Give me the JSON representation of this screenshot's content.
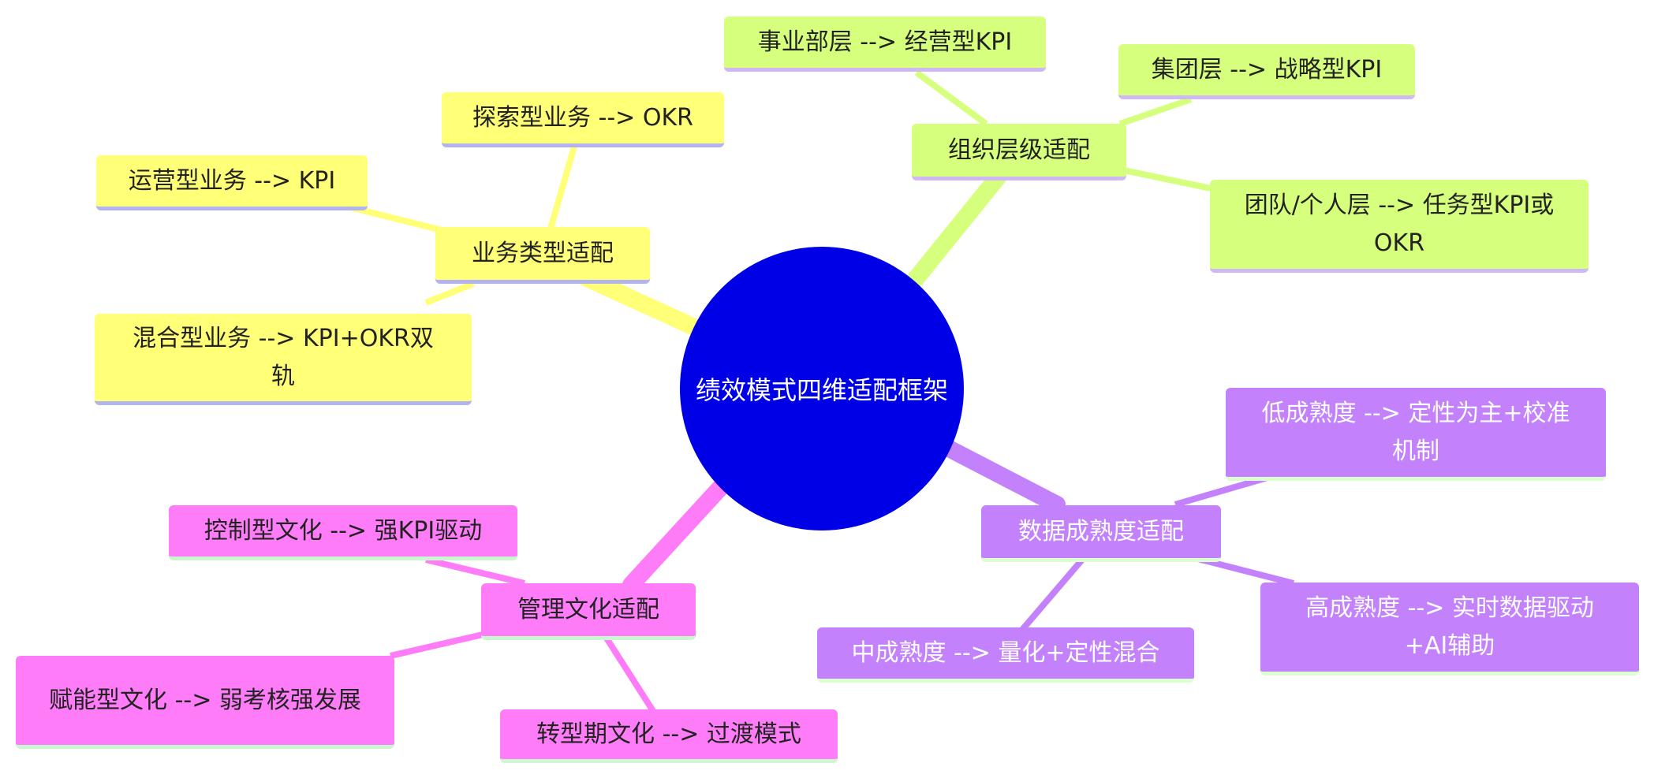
{
  "center": {
    "label": "绩效模式四维适配框架",
    "color": "#0000e6"
  },
  "colors": {
    "business": "#ffff78",
    "org": "#d7ff7e",
    "data": "#c382fb",
    "culture": "#ff7cf9"
  },
  "branches": {
    "business": {
      "label": "业务类型适配",
      "children": [
        "探索型业务 --> OKR",
        "运营型业务 --> KPI",
        "混合型业务 --> KPI+OKR双轨"
      ]
    },
    "org": {
      "label": "组织层级适配",
      "children": [
        "事业部层 --> 经营型KPI",
        "集团层 --> 战略型KPI",
        "团队/个人层 --> 任务型KPI或OKR"
      ]
    },
    "data": {
      "label": "数据成熟度适配",
      "children": [
        "低成熟度 --> 定性为主+校准机制",
        "高成熟度 --> 实时数据驱动+AI辅助",
        "中成熟度 --> 量化+定性混合"
      ]
    },
    "culture": {
      "label": "管理文化适配",
      "children": [
        "控制型文化 --> 强KPI驱动",
        "赋能型文化 --> 弱考核强发展",
        "转型期文化 --> 过渡模式"
      ]
    }
  }
}
